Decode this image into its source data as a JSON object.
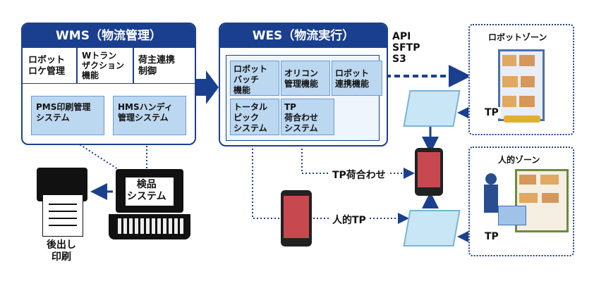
{
  "wms": {
    "title": "WMS（物流管理）",
    "cells": [
      "ロボット\nロケ管理",
      "Wトラン\nザクション\n機能",
      "荷主連携\n制御"
    ],
    "modules": [
      "PMS印刷管理\nシステム",
      "HMSハンディ\n管理システム"
    ]
  },
  "wes": {
    "title": "WES（物流実行）",
    "modules_row1": [
      "ロボット\nバッチ\n機能",
      "オリコン\n管理機能",
      "ロボット\n連携機能"
    ],
    "modules_row2": [
      "トータル\nピック\nシステム",
      "TP\n荷合わせ\nシステム"
    ]
  },
  "protocols": "API\nSFTP\nS3",
  "robot_zone": {
    "title": "ロボットゾーン"
  },
  "human_zone": {
    "title": "人的ゾーン"
  },
  "inspection": {
    "label": "検品\nシステム"
  },
  "print": {
    "label": "後出し\n印刷"
  },
  "flows": {
    "tp_matching": "TP荷合わせ",
    "human_tp": "人的TP",
    "tp_top": "TP",
    "tp_bottom": "TP"
  },
  "colors": {
    "navy": "#1b3f8f",
    "light_blue": "#bcd7f0",
    "mid_blue": "#6b9cd1"
  }
}
